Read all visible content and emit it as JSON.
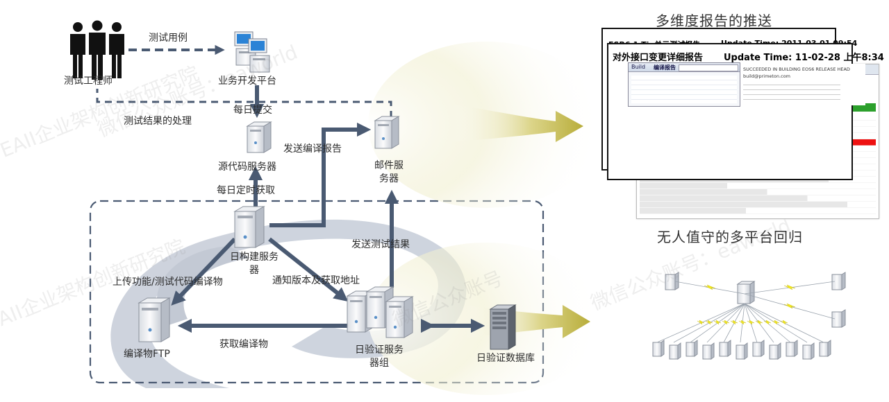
{
  "watermarks": [
    "EAII企业架构创新研究院",
    "微信公众账号：eaworld",
    "EAII企业架构创新研究院",
    "微信公众账号：eaworld",
    "微信公众账号"
  ],
  "nodes": {
    "tester": "测试工程师",
    "dev_platform": "业务开发平台",
    "source_server": "源代码服务器",
    "mail_server": "邮件服\n务器",
    "build_server": "日构建服务\n器",
    "ftp": "编译物FTP",
    "verify_group": "日验证服务\n器组",
    "verify_db": "日验证数据库"
  },
  "edges": {
    "test_cases": "测试用例",
    "daily_commit": "每日提交",
    "test_result_handling": "测试结果的处理",
    "send_compile_report": "发送编译报告",
    "daily_fetch": "每日定时获取",
    "send_test_result": "发送测试结果",
    "upload_build": "上传功能/测试代码编译物",
    "notify_version": "通知版本及获取地址",
    "fetch_build": "获取编译物"
  },
  "panels": {
    "reports_title": "多维度报告的推送",
    "regression_title": "无人值守的多平台回归"
  },
  "report_docs": {
    "doc1_title": "ESB6.1 Tip单元测试报告",
    "doc1_time": "Update Time: 2011-03-01 09:54",
    "doc2_title": "对外接口变更详细报告",
    "doc2_time": "Update Time: 11-02-28 上午8:34",
    "tab_build": "Build",
    "tab_compile": "编译报告",
    "build_msg": "SUCCEEDED IN BUILDING EOS6 RELEASE HEAD",
    "build_email": "build@primeton.com"
  },
  "colors": {
    "arrow": "#4a5a72",
    "dashed_box": "#4a5a72",
    "swirl": "#c4cad6",
    "doc_green": "#2ca02c",
    "doc_red": "#e11",
    "bolt": "#f2ea1a"
  }
}
